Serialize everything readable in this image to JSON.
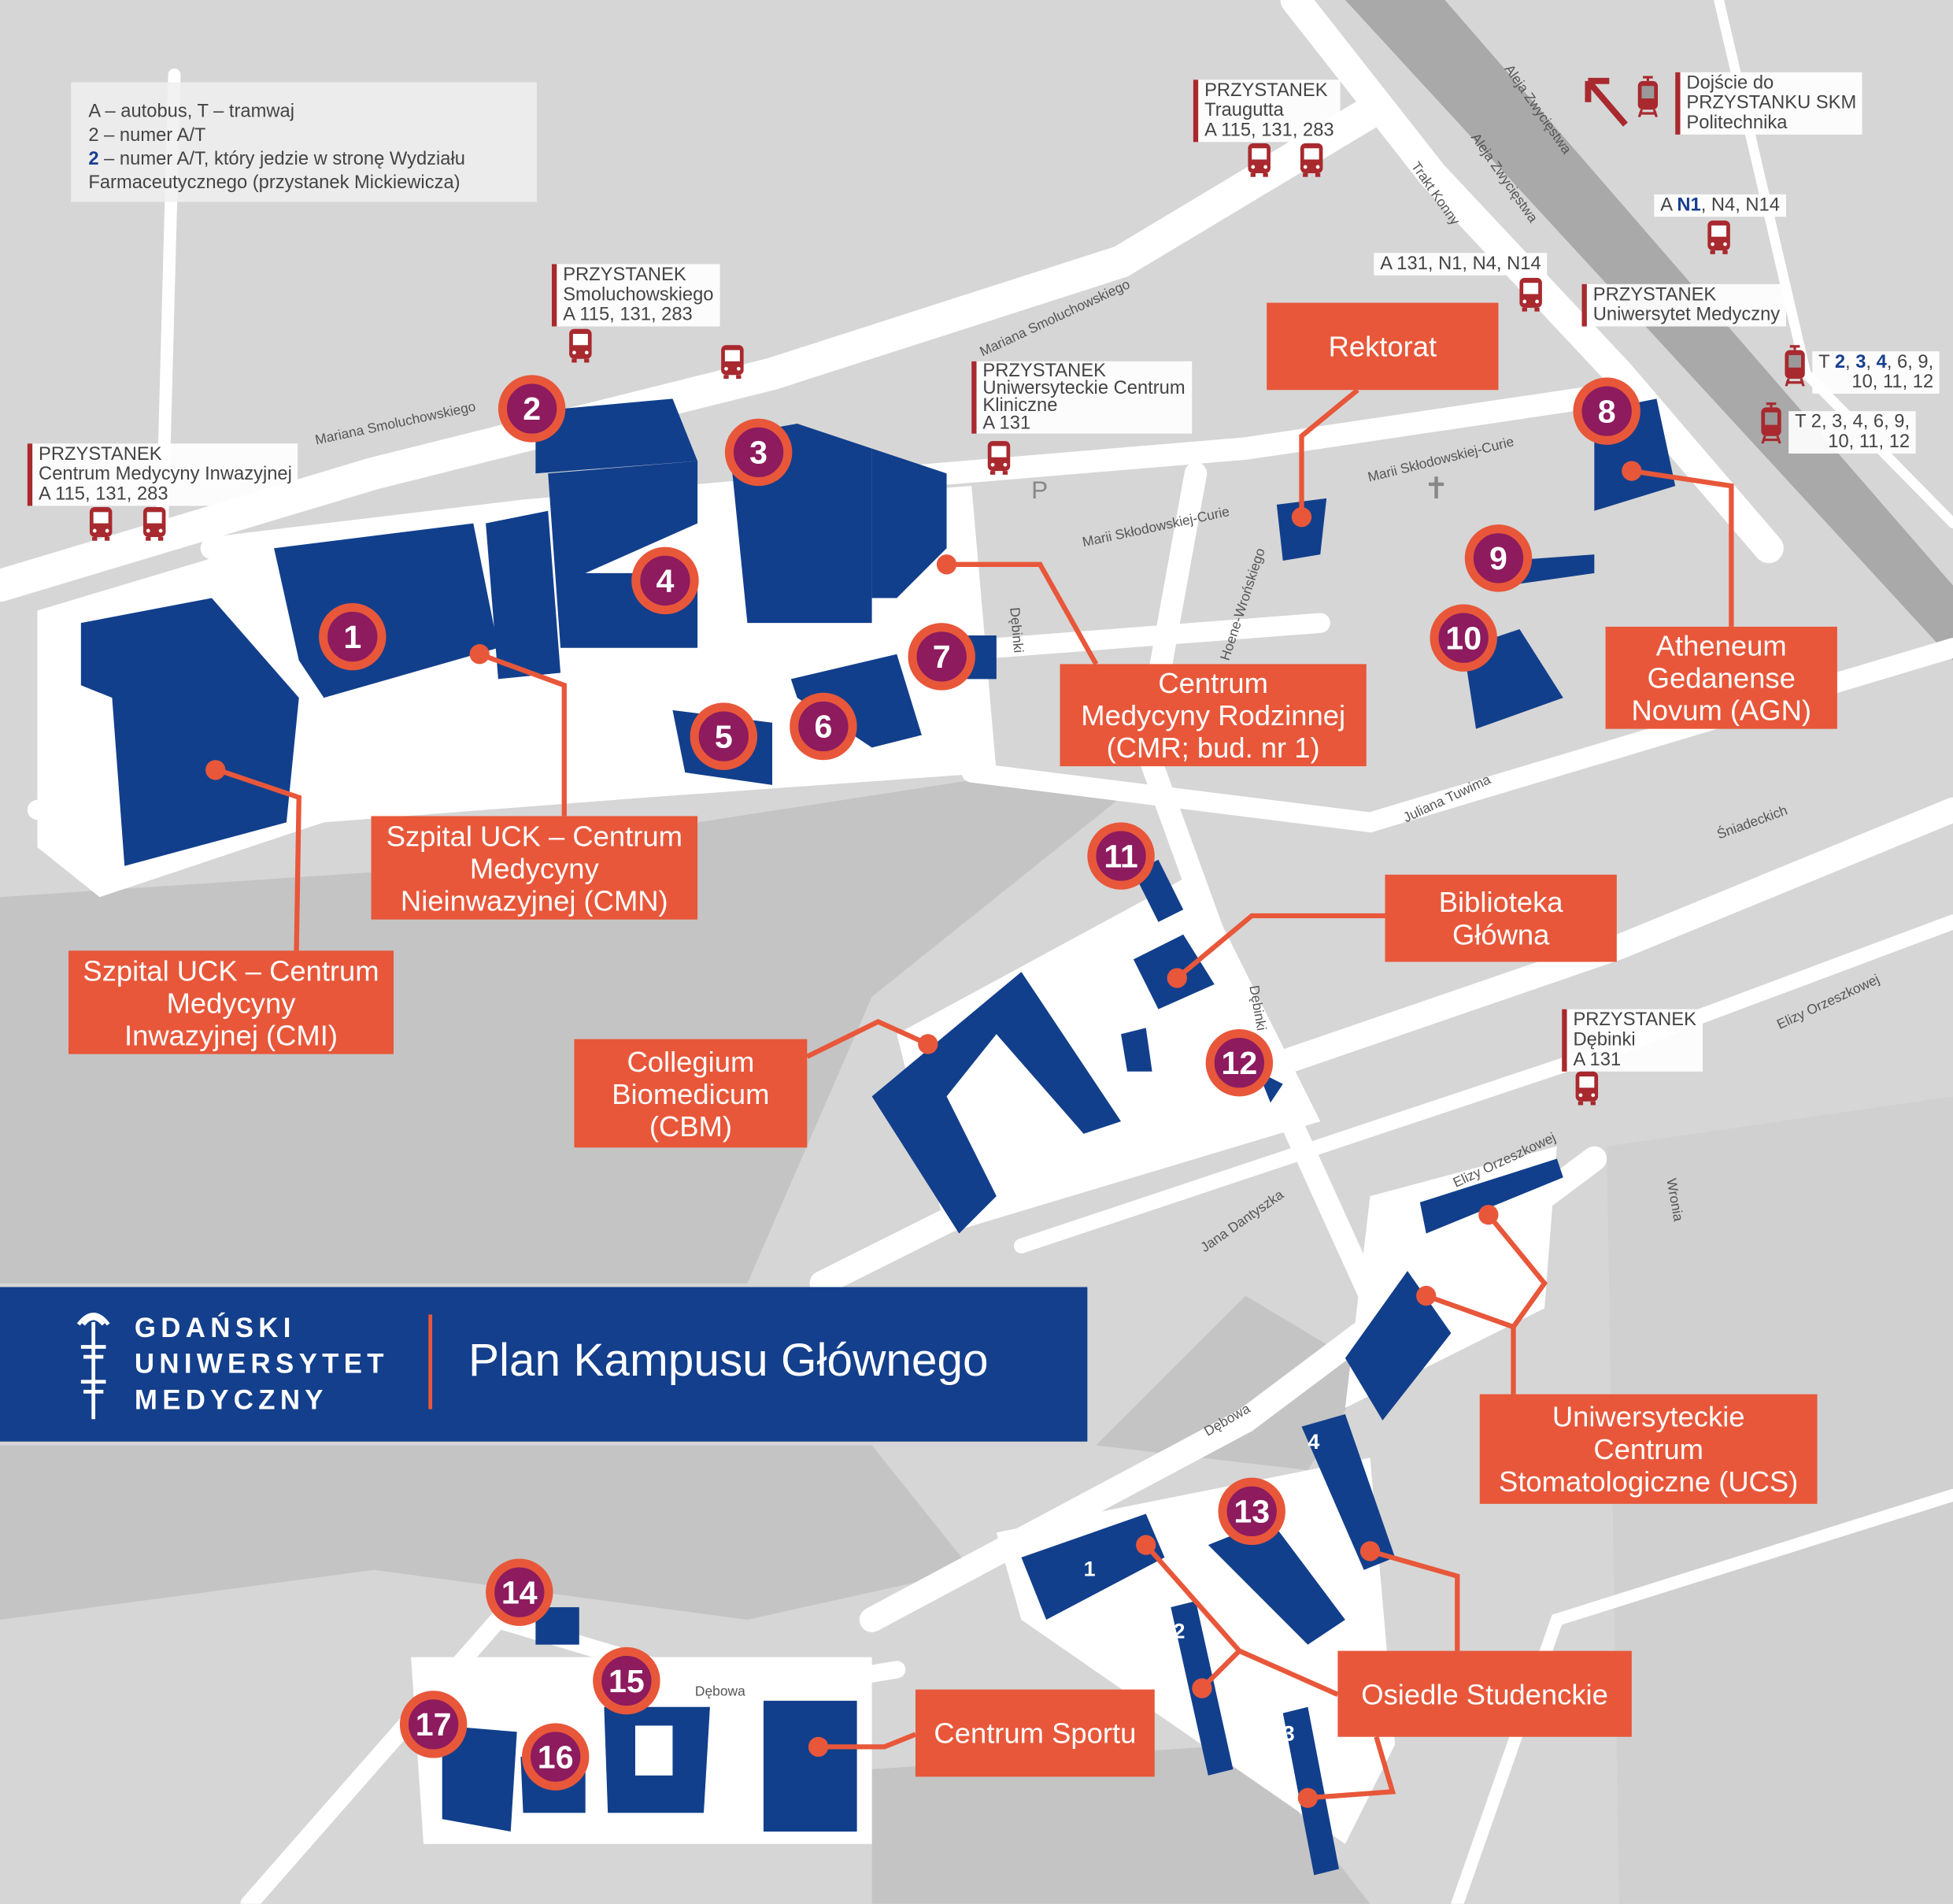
{
  "legend": {
    "line1": "A – autobus, T – tramwaj",
    "line2": "2 – numer A/T",
    "line3_bold": "2",
    "line3": " – numer A/T, który jedzie w stronę Wydziału",
    "line4": "Farmaceutycznego (przystanek Mickiewicza)"
  },
  "stops": {
    "traugutta": [
      "PRZYSTANEK",
      "Traugutta",
      "A 115, 131, 283"
    ],
    "skm": [
      "Dojście do",
      "PRZYSTANKU SKM",
      "Politechnika"
    ],
    "smoluchowskiego": [
      "PRZYSTANEK",
      "Smoluchowskiego",
      "A 115, 131, 283"
    ],
    "cmi": [
      "PRZYSTANEK",
      "Centrum Medycyny Inwazyjnej",
      "A 115, 131, 283"
    ],
    "uck": [
      "PRZYSTANEK",
      "Uniwersyteckie Centrum",
      "Kliniczne",
      "A 131"
    ],
    "um": [
      "PRZYSTANEK",
      "Uniwersytet Medyczny"
    ],
    "a131": "A 131, N1, N4, N14",
    "an1": {
      "a": "A ",
      "b": "N1",
      "c": ", N4, N14"
    },
    "tram1": {
      "t": "T ",
      "b1": "2",
      ",": ", ",
      "b2": "3",
      "b3": "4",
      "rest": ", 6, 9,",
      "line2": "10, 11, 12"
    },
    "tram2": [
      "T 2, 3, 4, 6, 9,",
      "10, 11, 12"
    ],
    "debinki": [
      "PRZYSTANEK",
      "Dębinki",
      "A 131"
    ]
  },
  "labels": {
    "rektorat": [
      "Rektorat"
    ],
    "cmr": [
      "Centrum",
      "Medycyny Rodzinnej",
      "(CMR; bud. nr 1)"
    ],
    "agn": [
      "Atheneum",
      "Gedanense",
      "Novum (AGN)"
    ],
    "cmn": [
      "Szpital UCK – Centrum",
      "Medycyny",
      "Nieinwazyjnej (CMN)"
    ],
    "cmi": [
      "Szpital UCK – Centrum",
      "Medycyny",
      "Inwazyjnej (CMI)"
    ],
    "bib": [
      "Biblioteka",
      "Główna"
    ],
    "cbm": [
      "Collegium",
      "Biomedicum",
      "(CBM)"
    ],
    "ucs": [
      "Uniwersyteckie",
      "Centrum",
      "Stomatologiczne (UCS)"
    ],
    "osiedle": [
      "Osiedle Studenckie"
    ],
    "sport": [
      "Centrum Sportu"
    ]
  },
  "markers": [
    "1",
    "2",
    "3",
    "4",
    "5",
    "6",
    "7",
    "8",
    "9",
    "10",
    "11",
    "12",
    "13",
    "14",
    "15",
    "16",
    "17"
  ],
  "dorm_numbers": [
    "1",
    "2",
    "3",
    "4"
  ],
  "parking": "P",
  "streets": [
    "Mariana Smoluchowskiego",
    "Mariana Smoluchowskiego",
    "Marii Skłodowskiej-Curie",
    "Marii Skłodowskiej-Curie",
    "Aleja Zwycięstwa",
    "Aleja Zwycięstwa",
    "Trakt Konny",
    "Hoene-Wrońskiego",
    "Dębinki",
    "Dębinki",
    "Juliana Tuwima",
    "Śniadeckich",
    "Elizy Orzeszkowej",
    "Elizy Orzeszkowej",
    "Wronia",
    "Jana Dantyszka",
    "Dębowa",
    "Dębowa"
  ],
  "banner": {
    "logo_lines": [
      "GDAŃSKI",
      "UNIWERSYTET",
      "MEDYCZNY"
    ],
    "title": "Plan Kampusu Głównego"
  },
  "colors": {
    "background": "#d6d6d6",
    "road": "#ffffff",
    "building": "#123f8c",
    "label": "#e8573a",
    "marker": "#8d1b5e",
    "stop": "#a8292e",
    "banner": "#133f8c"
  }
}
